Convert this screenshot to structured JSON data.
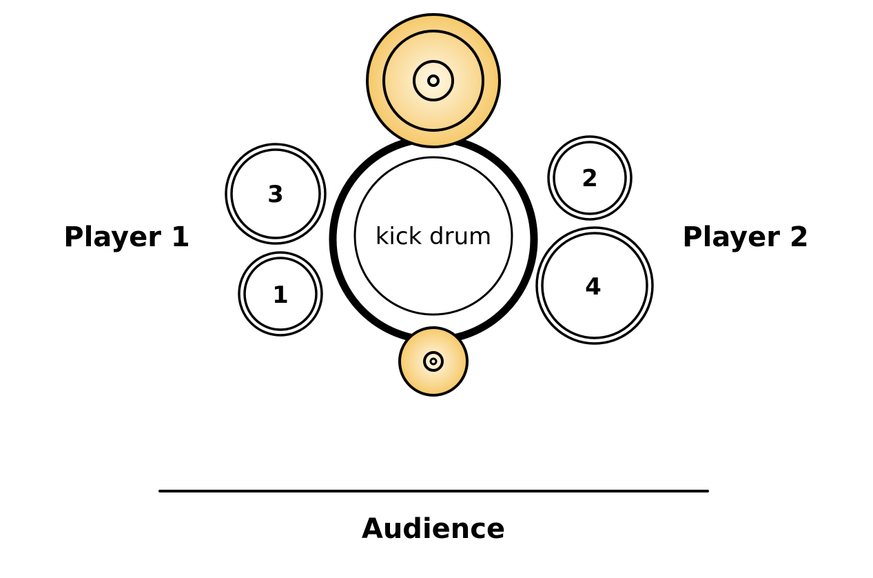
{
  "title": "Drum kit stage layout",
  "labels": {
    "player_left": "Player 1",
    "player_right": "Player 2",
    "kick": "kick drum",
    "audience": "Audience"
  },
  "drums": [
    {
      "id": "tom-3",
      "label": "3"
    },
    {
      "id": "tom-1",
      "label": "1"
    },
    {
      "id": "tom-2",
      "label": "2"
    },
    {
      "id": "tom-4",
      "label": "4"
    }
  ],
  "colors": {
    "cymbal_fill_center": "#fff8e6",
    "cymbal_fill_edge": "#f6c96a",
    "stroke": "#000000",
    "background": "#ffffff"
  }
}
